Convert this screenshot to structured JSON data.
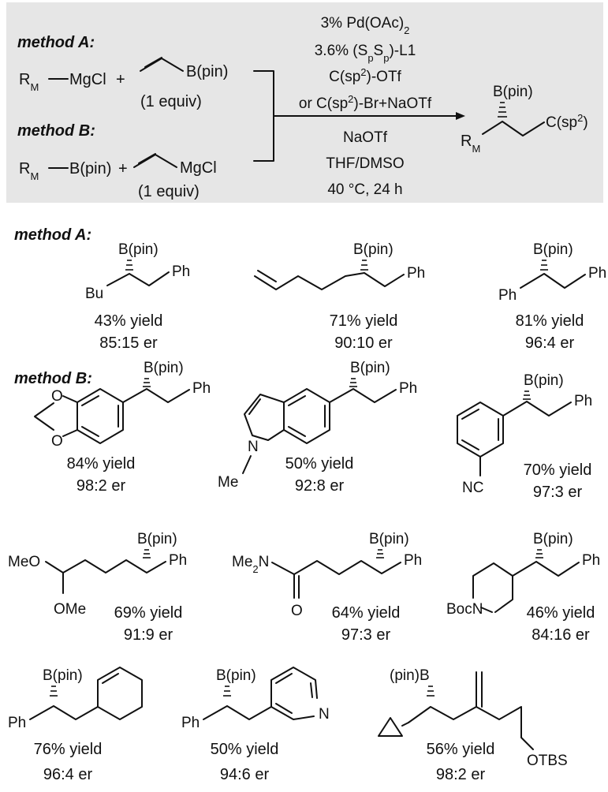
{
  "header": {
    "method_a_label": "method A:",
    "method_b_label": "method B:",
    "a_rm": "R",
    "a_rm_sub": "M",
    "a_mgcl": "MgCl",
    "plus": "+",
    "vinyl_bpin": "B(pin)",
    "one_equiv": "(1 equiv)",
    "b_bpin": "B(pin)",
    "vinyl_mgcl": "MgCl",
    "conditions": {
      "line1_pre": "3% Pd(OAc)",
      "line1_sub": "2",
      "line2_pre": "3.6% (S",
      "line2_s1": "p",
      "line2_mid": "S",
      "line2_s2": "p",
      "line2_post": ")-L1",
      "line3_pre": "C(sp",
      "line3_sup": "2",
      "line3_post": ")-OTf",
      "line4_pre": "or C(sp",
      "line4_sup": "2",
      "line4_post": ")-Br+NaOTf",
      "line5": "NaOTf",
      "line6": "THF/DMSO",
      "line7": "40 °C, 24 h"
    },
    "product_bpin": "B(pin)",
    "product_csp2_pre": "C(sp",
    "product_csp2_sup": "2",
    "product_csp2_post": ")"
  },
  "section_a_label": "method A:",
  "section_b_label": "method B:",
  "atoms": {
    "bpin": "B(pin)",
    "pinb": "(pin)B",
    "ph": "Ph",
    "bu": "Bu",
    "nc": "NC",
    "n": "N",
    "me": "Me",
    "meo": "MeO",
    "ome": "OMe",
    "me2n_pre": "Me",
    "me2n_sub": "2",
    "me2n_post": "N",
    "o": "O",
    "bocn": "BocN",
    "otbs": "OTBS"
  },
  "products": [
    {
      "yield": "43% yield",
      "er": "85:15 er"
    },
    {
      "yield": "71% yield",
      "er": "90:10 er"
    },
    {
      "yield": "81% yield",
      "er": "96:4 er"
    },
    {
      "yield": "84% yield",
      "er": "98:2 er"
    },
    {
      "yield": "50% yield",
      "er": "92:8 er"
    },
    {
      "yield": "70% yield",
      "er": "97:3 er"
    },
    {
      "yield": "69% yield",
      "er": "91:9  er"
    },
    {
      "yield": "64% yield",
      "er": "97:3 er"
    },
    {
      "yield": "46% yield",
      "er": "84:16 er"
    },
    {
      "yield": "76% yield",
      "er": "96:4 er"
    },
    {
      "yield": "50% yield",
      "er": "94:6 er"
    },
    {
      "yield": "56% yield",
      "er": "98:2 er"
    }
  ]
}
